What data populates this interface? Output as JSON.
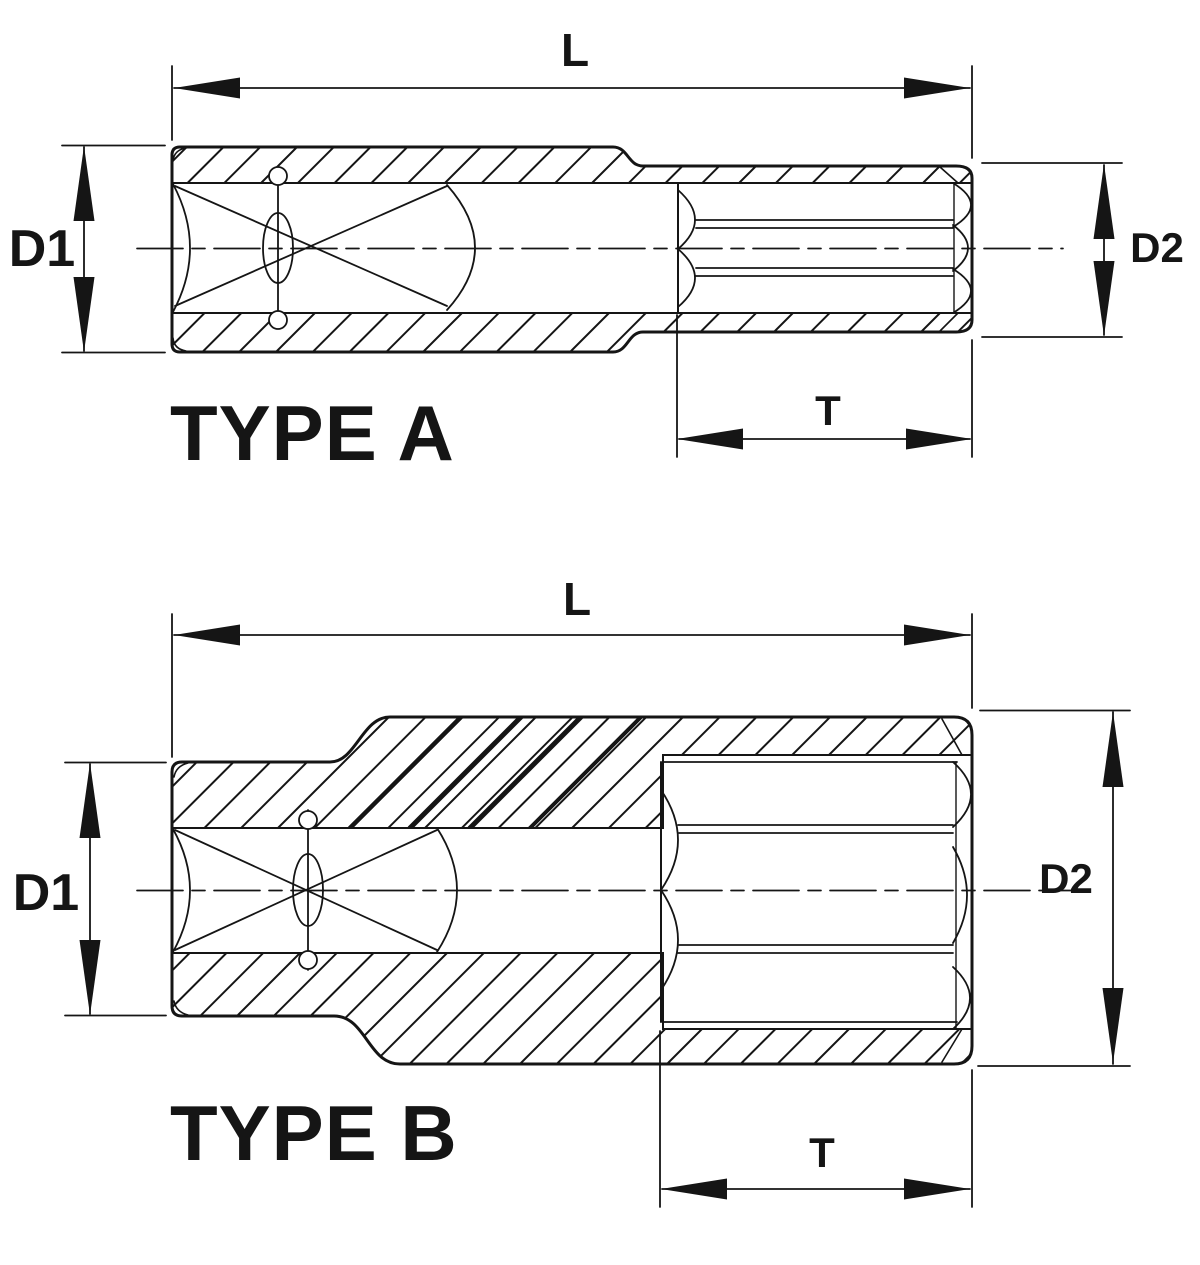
{
  "drawing": {
    "background": "#ffffff",
    "ink": "#151515",
    "views": [
      {
        "id": "type_a",
        "title": "TYPE A",
        "labels": {
          "length": "L",
          "bore_diameter": "D1",
          "drive_diameter": "D2",
          "drive_depth": "T"
        }
      },
      {
        "id": "type_b",
        "title": "TYPE B",
        "labels": {
          "length": "L",
          "bore_diameter": "D1",
          "drive_diameter": "D2",
          "drive_depth": "T"
        }
      }
    ]
  }
}
